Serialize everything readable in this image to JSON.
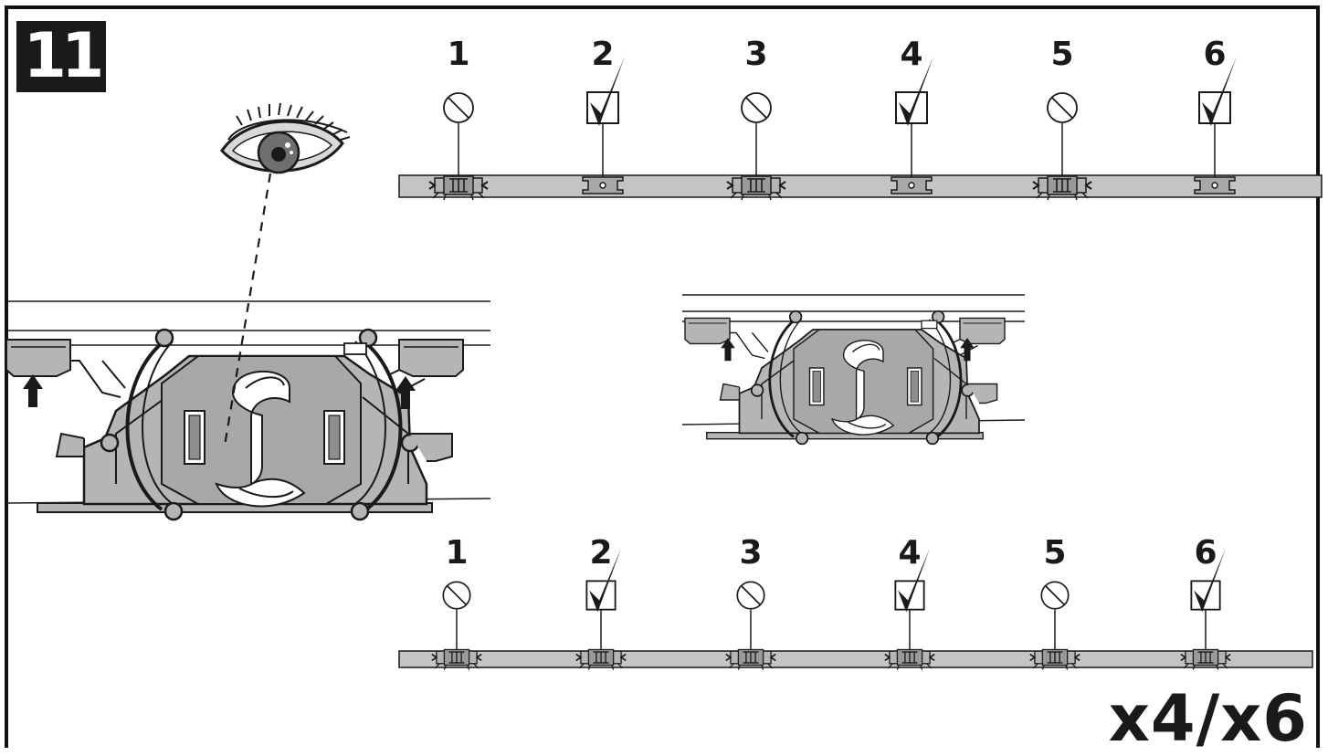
{
  "step": {
    "number": "11"
  },
  "quantity": "x4/x6",
  "top_row": {
    "positions": [
      {
        "label": "1",
        "mark": "no-icon",
        "part": "clip"
      },
      {
        "label": "2",
        "mark": "check-icon",
        "part": "spacer"
      },
      {
        "label": "3",
        "mark": "no-icon",
        "part": "clip"
      },
      {
        "label": "4",
        "mark": "check-icon",
        "part": "spacer"
      },
      {
        "label": "5",
        "mark": "no-icon",
        "part": "clip"
      },
      {
        "label": "6",
        "mark": "check-icon",
        "part": "spacer"
      }
    ]
  },
  "bottom_row": {
    "positions": [
      {
        "label": "1",
        "mark": "no-icon",
        "part": "clip"
      },
      {
        "label": "2",
        "mark": "check-icon",
        "part": "clip"
      },
      {
        "label": "3",
        "mark": "no-icon",
        "part": "clip"
      },
      {
        "label": "4",
        "mark": "check-icon",
        "part": "clip"
      },
      {
        "label": "5",
        "mark": "no-icon",
        "part": "clip"
      },
      {
        "label": "6",
        "mark": "check-icon",
        "part": "clip"
      }
    ]
  },
  "icons": {
    "eye": "eye-icon",
    "arrow": "up-arrow-icon"
  },
  "colors": {
    "ink": "#1a1a1a",
    "part_fill": "#b5b5b5",
    "rail_fill": "#c4c4c4"
  }
}
